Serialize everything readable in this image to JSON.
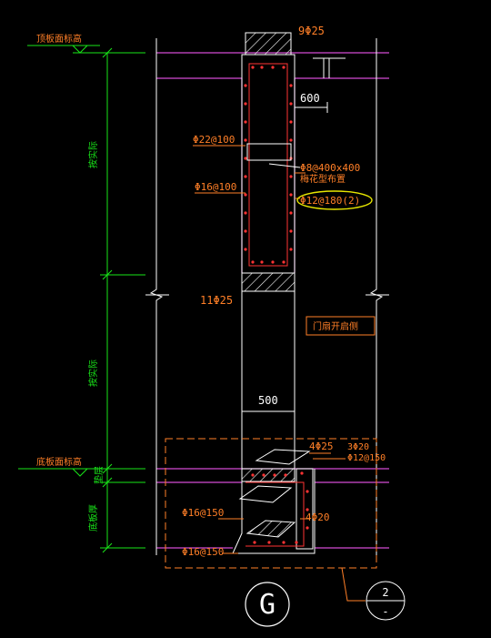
{
  "colors": {
    "background": "#000000",
    "wall": "#d24bd2",
    "dimension": "#19e619",
    "text": "#ff7f27",
    "white": "#ffffff",
    "yellow": "#e6e600",
    "orange_dashed": "#ff7f27"
  },
  "labels": {
    "top_rebar": "9Φ25",
    "top_elevation": "顶板面标高",
    "dim_600": "600",
    "stirrup_top": "Φ22@100",
    "stirrup_mid": "Φ16@100",
    "tie_bar": "Φ8@400x400",
    "tie_bar_note": "梅花型布置",
    "highlight_bar": "Φ12@180(2)",
    "bottom_rebar_upper": "11Φ25",
    "height_upper": "按实际",
    "height_lower": "按实际",
    "door_note": "门扇开启侧",
    "dim_500": "500",
    "bottom_elevation": "底板面标高",
    "bottom_thickness": "底板厚",
    "bottom_cover": "垫层",
    "rebar_4_25": "4Φ25",
    "rebar_3_20": "3Φ20",
    "rebar_12_150": "Φ12@150",
    "rebar_16_150_a": "Φ16@150",
    "rebar_4_20": "4Φ20",
    "rebar_16_150_b": "Φ16@150",
    "grid_mark": "G",
    "detail_num": "2",
    "detail_sheet": "-"
  }
}
